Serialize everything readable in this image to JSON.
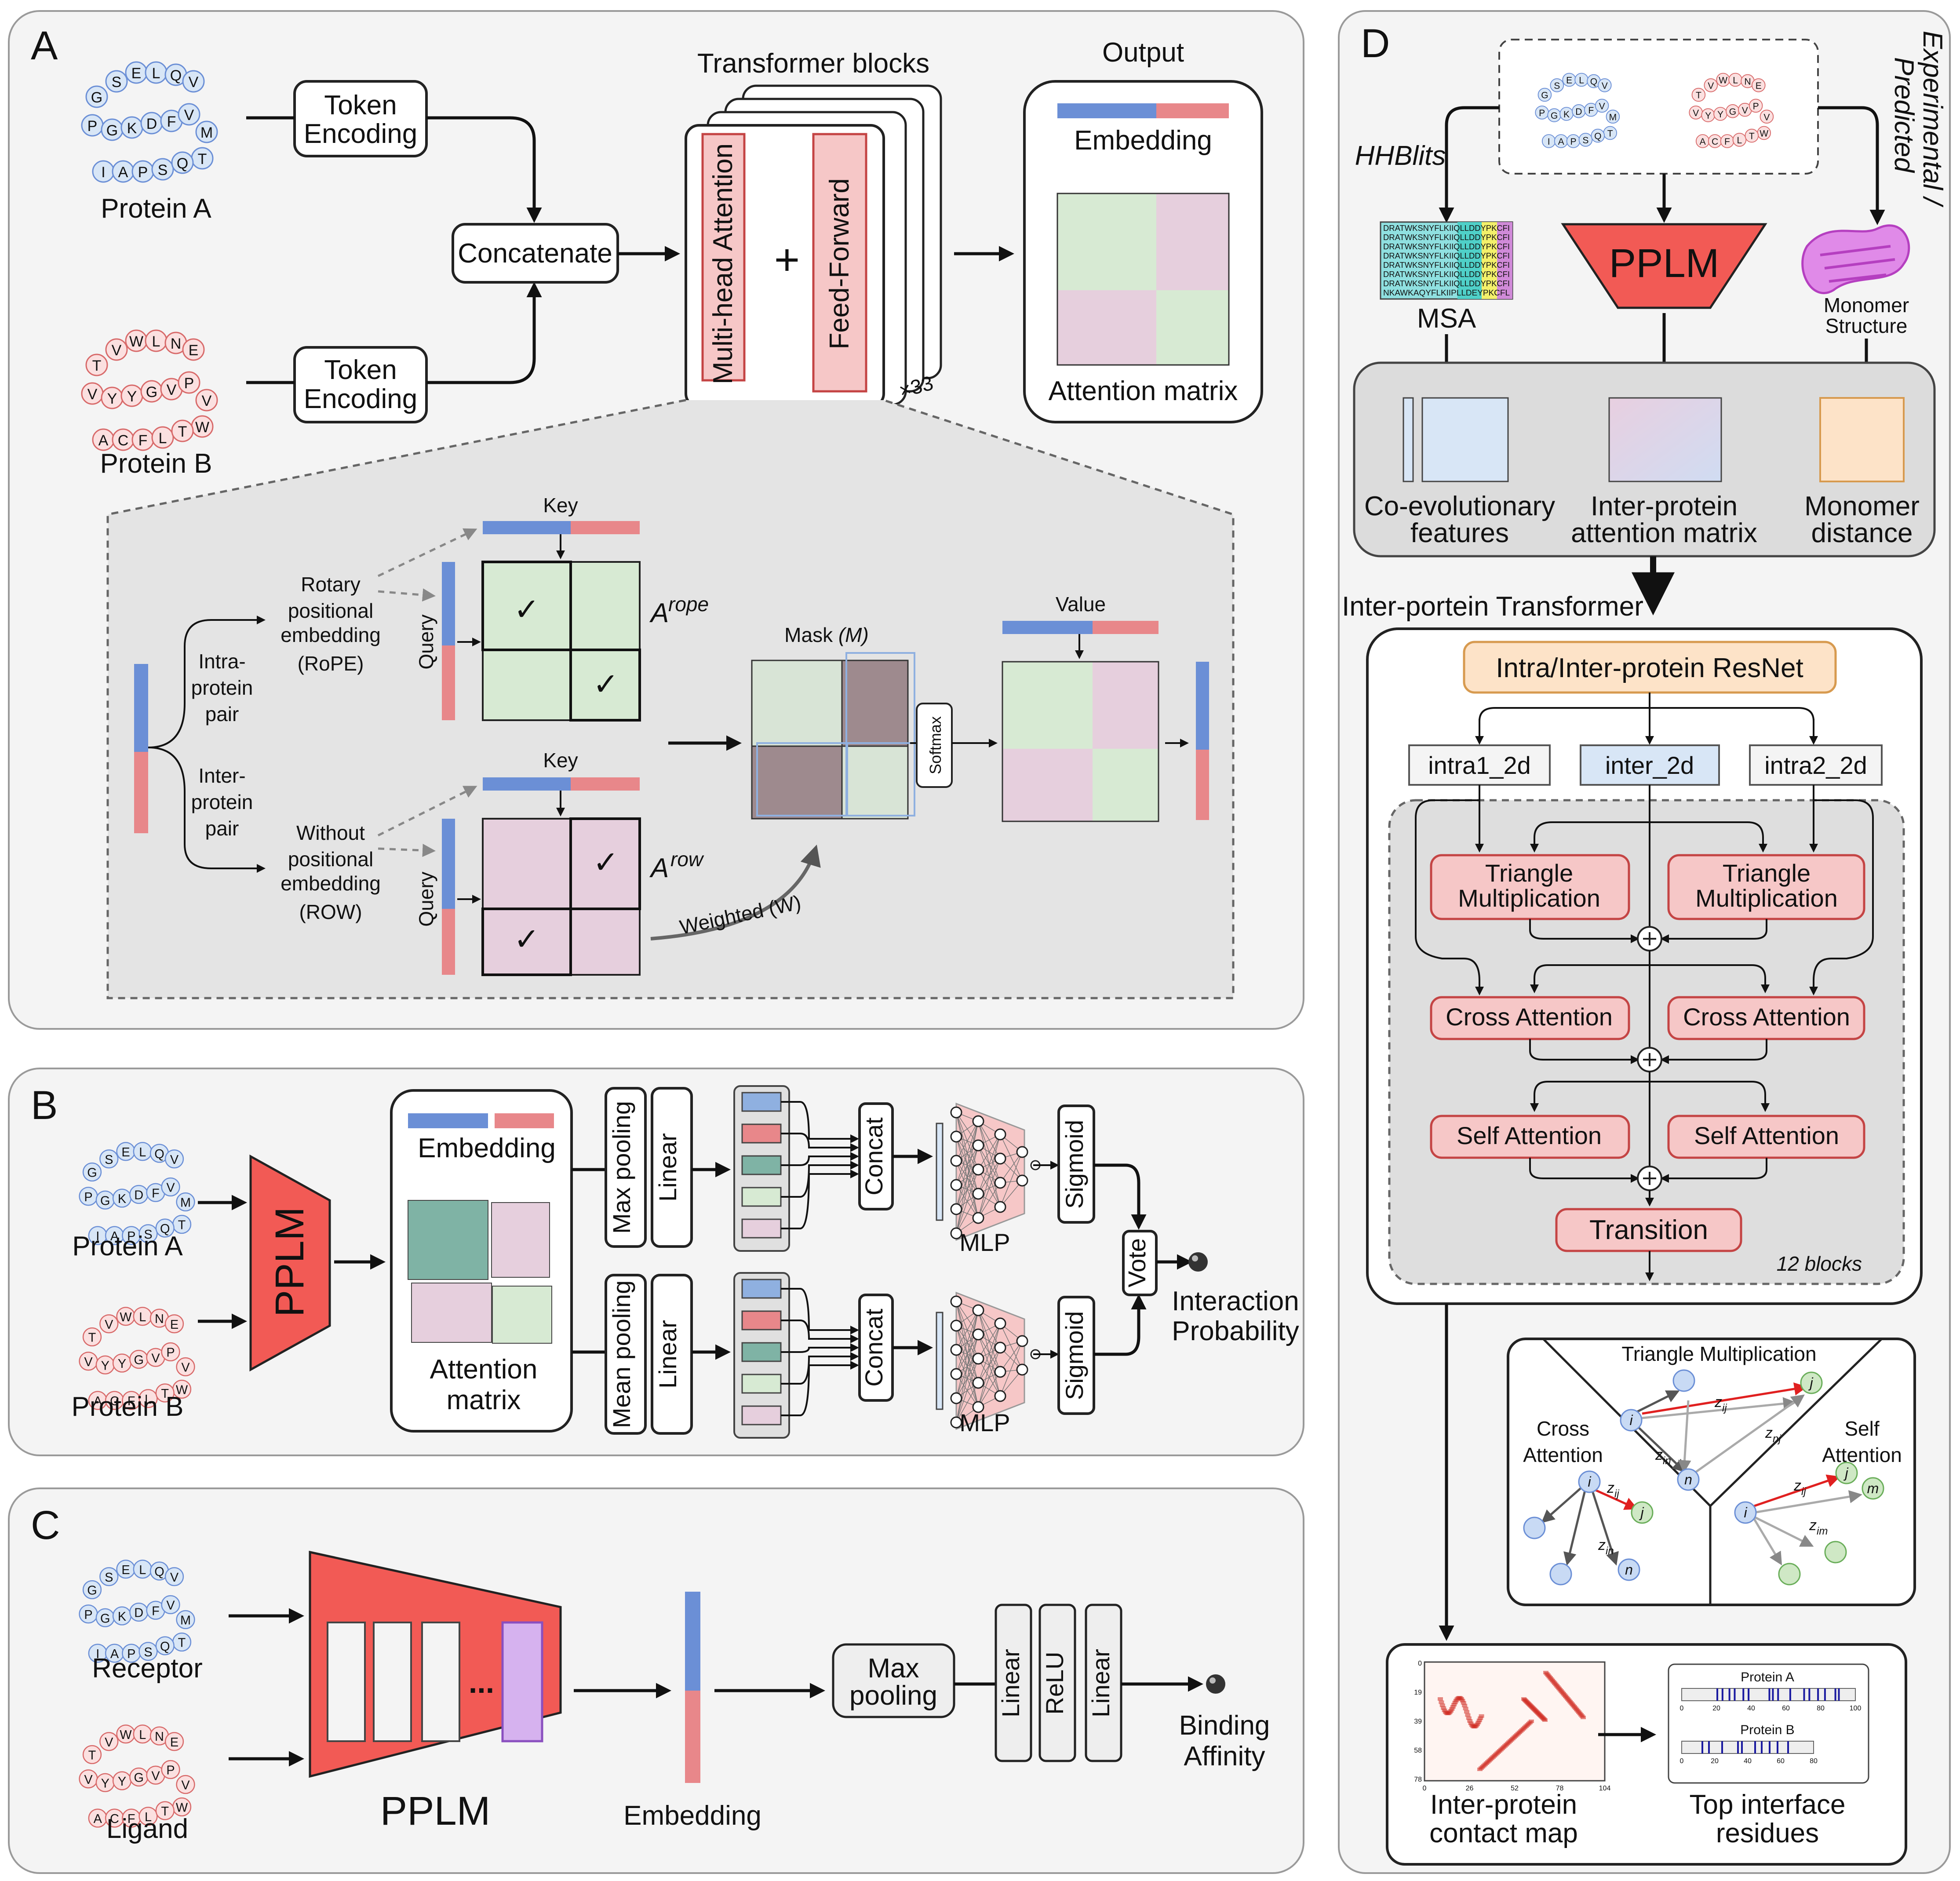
{
  "panels": {
    "a": "A",
    "b": "B",
    "c": "C",
    "d": "D"
  },
  "seq": {
    "protein_a": [
      "G",
      "S",
      "E",
      "L",
      "Q",
      "V",
      "P",
      "G",
      "K",
      "D",
      "F",
      "V",
      "M",
      "T",
      "I",
      "A",
      "P",
      "S",
      "Q"
    ],
    "protein_b": [
      "T",
      "V",
      "W",
      "L",
      "N",
      "E",
      "V",
      "Y",
      "Y",
      "G",
      "V",
      "P",
      "V",
      "W",
      "A",
      "C",
      "F",
      "L",
      "T"
    ]
  },
  "panel_a": {
    "protein_a": "Protein A",
    "protein_b": "Protein B",
    "token_1": "Token",
    "token_2": "Encoding",
    "concatenate": "Concatenate",
    "transformer_blocks": "Transformer blocks",
    "mha": "Multi-head Attention",
    "plus": "+",
    "ff": "Feed-Forward",
    "x33": "×33",
    "output": "Output",
    "embedding": "Embedding",
    "attention_matrix": "Attention matrix",
    "key": "Key",
    "query": "Query",
    "value": "Value",
    "rope_1": "Rotary",
    "rope_2": "positional",
    "rope_3": "embedding",
    "rope_4": "(RoPE)",
    "row_1": "Without",
    "row_2": "positional",
    "row_3": "embedding",
    "row_4": "(ROW)",
    "intra_1": "Intra-",
    "intra_2": "protein",
    "intra_3": "pair",
    "inter_1": "Inter-",
    "inter_2": "protein",
    "inter_3": "pair",
    "a_rope": "A",
    "rope_sup": "rope",
    "a_row": "A",
    "row_sup": "row",
    "mask": "Mask",
    "mask_m": "(M)",
    "softmax": "Softmax",
    "weighted": "Weighted (W)",
    "check": "✓"
  },
  "panel_b": {
    "protein_a": "Protein A",
    "protein_b": "Protein B",
    "pplm": "PPLM",
    "embedding": "Embedding",
    "attn_1": "Attention",
    "attn_2": "matrix",
    "max_pool": "Max pooling",
    "mean_pool": "Mean pooling",
    "linear": "Linear",
    "concat": "Concat",
    "mlp": "MLP",
    "sigmoid": "Sigmoid",
    "vote": "Vote",
    "out_1": "Interaction",
    "out_2": "Probability"
  },
  "panel_c": {
    "receptor": "Receptor",
    "ligand": "Ligand",
    "pplm": "PPLM",
    "dots": "...",
    "embedding": "Embedding",
    "max_1": "Max",
    "max_2": "pooling",
    "linear": "Linear",
    "relu": "ReLU",
    "out_1": "Binding",
    "out_2": "Affinity"
  },
  "panel_d": {
    "hhblits": "HHBlits",
    "exp": "Experimental /",
    "pred": "Predicted",
    "msa": "MSA",
    "pplm": "PPLM",
    "mono_1": "Monomer",
    "mono_2": "Structure",
    "coevo_1": "Co-evolutionary",
    "coevo_2": "features",
    "iam_1": "Inter-protein",
    "iam_2": "attention matrix",
    "md_1": "Monomer",
    "md_2": "distance",
    "ipt": "Inter-portein Transformer",
    "resnet": "Intra/Inter-protein ResNet",
    "intra1": "intra1_2d",
    "inter": "inter_2d",
    "intra2": "intra2_2d",
    "tri_1": "Triangle",
    "tri_2": "Multiplication",
    "cross": "Cross Attention",
    "self": "Self Attention",
    "transition": "Transition",
    "blocks": "12 blocks",
    "tm_title": "Triangle Multiplication",
    "ca_1": "Cross",
    "ca_2": "Attention",
    "sa_1": "Self",
    "sa_2": "Attention",
    "cmap_1": "Inter-protein",
    "cmap_2": "contact map",
    "top_1": "Top interface",
    "top_2": "residues",
    "mini_a": "Protein A",
    "mini_b": "Protein B",
    "cmap_yticks": [
      "0",
      "19",
      "39",
      "58",
      "78"
    ],
    "cmap_xticks": [
      "0",
      "26",
      "52",
      "78",
      "104"
    ],
    "bar_ticks": [
      "0",
      "20",
      "40",
      "60",
      "80",
      "100"
    ],
    "msa_rows": [
      "DRATWKSNYFLKIIQLLDDYPKCFI",
      "DRATWKSNYFLKIIQLLDDYPKCFI",
      "DRATWKSNYFLKIIQLLDDYPKCFI",
      "DRATWKSNYFLKIIQLLDDYPKCFI",
      "DRATWKSNYFLKIIQLLDDYPKCFI",
      "DRATWKSNYFLKIIQLLDDYPKCFI",
      "DRATWKSNYFLKIIQLLDDYPKCFI",
      "NKAWKAQYFLKIIPLLDEYPKCFL"
    ]
  },
  "nodes": {
    "i": "i",
    "j": "j",
    "n": "n",
    "m": "m",
    "z": "z",
    "ij": "ij",
    "in": "in",
    "nj": "nj",
    "im": "im"
  },
  "colors": {
    "blue": "#6b8fd6",
    "red": "#e8878a",
    "green": "#d7ead3",
    "pink": "#e6cfdd",
    "pplm": "#f25a55",
    "resnet": "#fde3c8",
    "inter": "#d8e6f6"
  }
}
